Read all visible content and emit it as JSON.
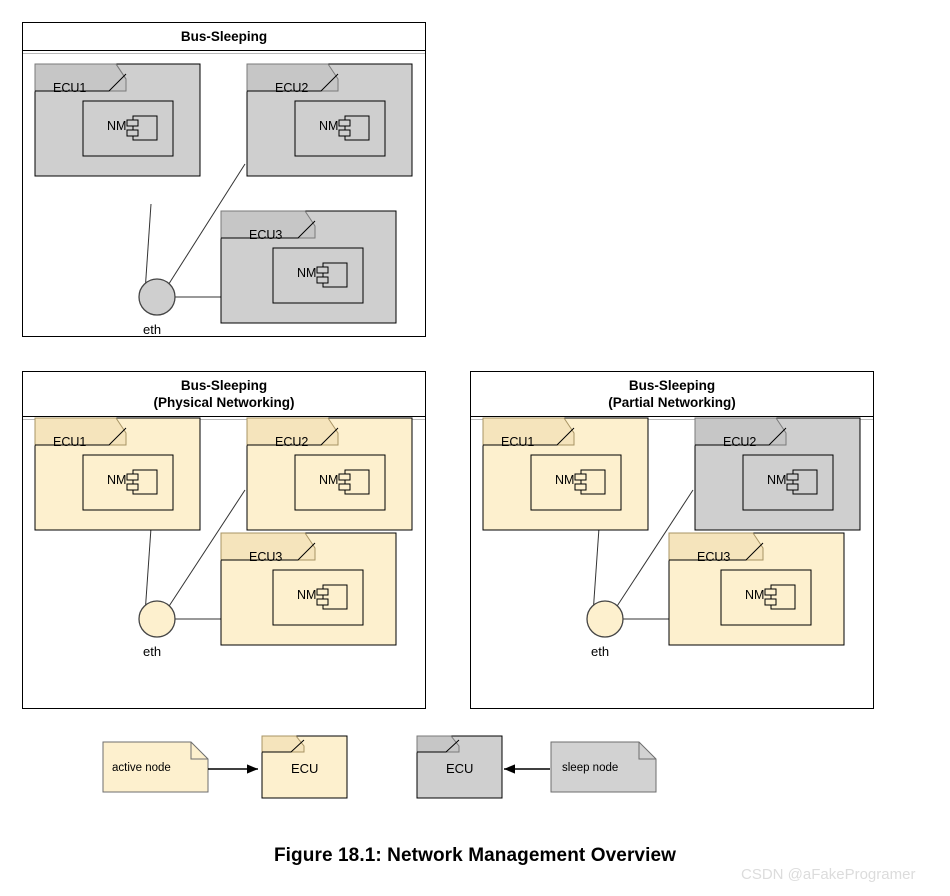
{
  "figure": {
    "caption": "Figure 18.1: Network Management Overview",
    "watermark": "CSDN @aFakeProgramer"
  },
  "colors": {
    "sleep_body": "#cfcfcf",
    "sleep_tab": "#c6c6c6",
    "active_body": "#fdf0ce",
    "active_tab": "#f5e4bc",
    "stroke": "#000000",
    "soft_stroke": "#7a7a7a",
    "note_sleep": "#d2d2d2",
    "note_active": "#fdf0ce",
    "watermark": "#dcdcdc"
  },
  "panels": [
    {
      "id": "bus-sleeping",
      "title_lines": [
        "Bus-Sleeping"
      ],
      "hub": {
        "label": "eth",
        "state": "sleep"
      },
      "ecus": [
        {
          "name": "ECU1",
          "state": "sleep",
          "component": {
            "label": "NM",
            "icon": "component-icon"
          }
        },
        {
          "name": "ECU2",
          "state": "sleep",
          "component": {
            "label": "NM",
            "icon": "component-icon"
          }
        },
        {
          "name": "ECU3",
          "state": "sleep",
          "component": {
            "label": "NM",
            "icon": "component-icon"
          }
        }
      ]
    },
    {
      "id": "bus-sleeping-physical",
      "title_lines": [
        "Bus-Sleeping",
        "(Physical Networking)"
      ],
      "hub": {
        "label": "eth",
        "state": "active"
      },
      "ecus": [
        {
          "name": "ECU1",
          "state": "active",
          "component": {
            "label": "NM",
            "icon": "component-icon"
          }
        },
        {
          "name": "ECU2",
          "state": "active",
          "component": {
            "label": "NM",
            "icon": "component-icon"
          }
        },
        {
          "name": "ECU3",
          "state": "active",
          "component": {
            "label": "NM",
            "icon": "component-icon"
          }
        }
      ]
    },
    {
      "id": "bus-sleeping-partial",
      "title_lines": [
        "Bus-Sleeping",
        "(Partial Networking)"
      ],
      "hub": {
        "label": "eth",
        "state": "active"
      },
      "ecus": [
        {
          "name": "ECU1",
          "state": "active",
          "component": {
            "label": "NM",
            "icon": "component-icon"
          }
        },
        {
          "name": "ECU2",
          "state": "sleep",
          "component": {
            "label": "NM",
            "icon": "component-icon"
          }
        },
        {
          "name": "ECU3",
          "state": "active",
          "component": {
            "label": "NM",
            "icon": "component-icon"
          }
        }
      ]
    }
  ],
  "legend": {
    "active": {
      "note": "active node",
      "target": "ECU",
      "arrow": "arrow-right",
      "state": "active"
    },
    "sleep": {
      "note": "sleep node",
      "target": "ECU",
      "arrow": "arrow-left",
      "state": "sleep"
    }
  }
}
